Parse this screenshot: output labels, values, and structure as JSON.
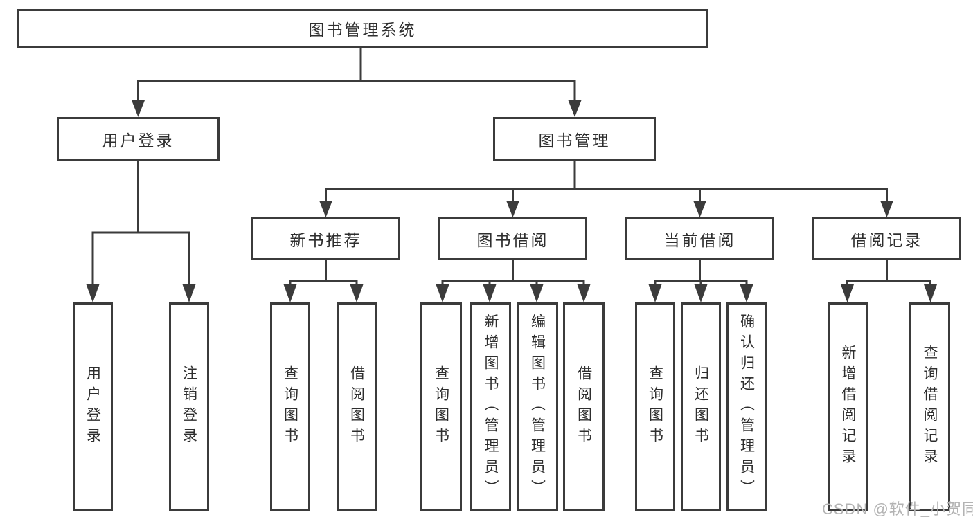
{
  "tree": {
    "label": "图书管理系统",
    "children": [
      {
        "label": "用户登录",
        "children": [
          {
            "label": "用户登录"
          },
          {
            "label": "注销登录"
          }
        ]
      },
      {
        "label": "图书管理",
        "children": [
          {
            "label": "新书推荐",
            "children": [
              {
                "label": "查询图书"
              },
              {
                "label": "借阅图书"
              }
            ]
          },
          {
            "label": "图书借阅",
            "children": [
              {
                "label": "查询图书"
              },
              {
                "label": "新增图书（管理员）"
              },
              {
                "label": "编辑图书（管理员）"
              },
              {
                "label": "借阅图书"
              }
            ]
          },
          {
            "label": "当前借阅",
            "children": [
              {
                "label": "查询图书"
              },
              {
                "label": "归还图书"
              },
              {
                "label": "确认归还（管理员）"
              }
            ]
          },
          {
            "label": "借阅记录",
            "children": [
              {
                "label": "新增借阅记录"
              },
              {
                "label": "查询借阅记录"
              }
            ]
          }
        ]
      }
    ]
  },
  "watermark": {
    "text": "CSDN @软件_小贺同学"
  },
  "colors": {
    "line": "#3b3b3b",
    "box_border": "#3b3b3b",
    "text": "#2e2e2e",
    "background": "#ffffff",
    "watermark": "#b3b3b3"
  }
}
